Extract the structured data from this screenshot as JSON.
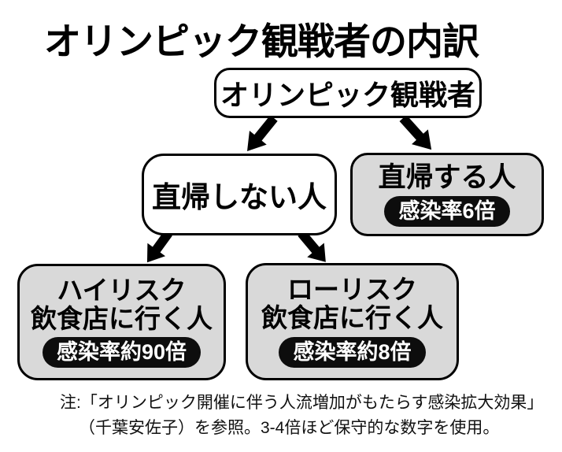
{
  "title": "オリンピック観戦者の内訳",
  "colors": {
    "box_gray": "#d9d9d9",
    "badge_black": "#0d0d0d",
    "border_black": "#000000",
    "background": "#ffffff"
  },
  "nodes": {
    "root": {
      "label": "オリンピック観戦者"
    },
    "not_straight_home": {
      "label": "直帰しない人"
    },
    "straight_home": {
      "label": "直帰する人",
      "badge": "感染率6倍"
    },
    "high_risk": {
      "line1": "ハイリスク",
      "line2": "飲食店に行く人",
      "badge": "感染率約90倍"
    },
    "low_risk": {
      "line1": "ローリスク",
      "line2": "飲食店に行く人",
      "badge": "感染率約8倍"
    }
  },
  "note": {
    "line1": "注:「オリンピック開催に伴う人流増加がもたらす感染拡大効果」",
    "line2": "（千葉安佐子）を参照。3-4倍ほど保守的な数字を使用。"
  }
}
